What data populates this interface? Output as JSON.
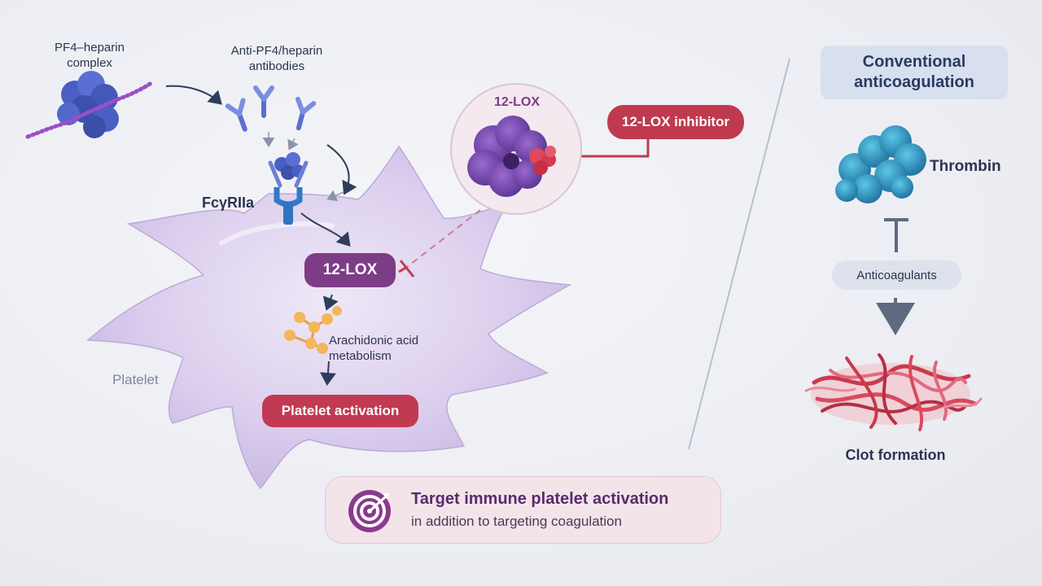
{
  "labels": {
    "pf4_complex": "PF4–heparin complex",
    "anti_pf4": "Anti-PF4/heparin antibodies",
    "fc_receptor": "FcγRIIa",
    "platelet": "Platelet",
    "lox_12": "12-LOX",
    "arachidonic": "Arachidonic acid metabolism",
    "platelet_activation": "Platelet activation",
    "zoom_12lox": "12-LOX",
    "lox_inhibitor": "12-LOX inhibitor"
  },
  "conventional": {
    "title": "Conventional anticoagulation",
    "thrombin": "Thrombin",
    "anticoagulants": "Anticoagulants",
    "clot": "Clot formation"
  },
  "target_box": {
    "title": "Target immune platelet activation",
    "subtitle": "in addition to targeting coagulation",
    "icon": "target-icon"
  },
  "colors": {
    "lox_purple": "#7d3c86",
    "inhibitor_red": "#bf3a4e",
    "activation_red": "#c13a52",
    "platelet_lavender": "#d9cdec",
    "thrombin_blue": "#2e9ec8",
    "arrow_navy": "#2c3e5c"
  }
}
